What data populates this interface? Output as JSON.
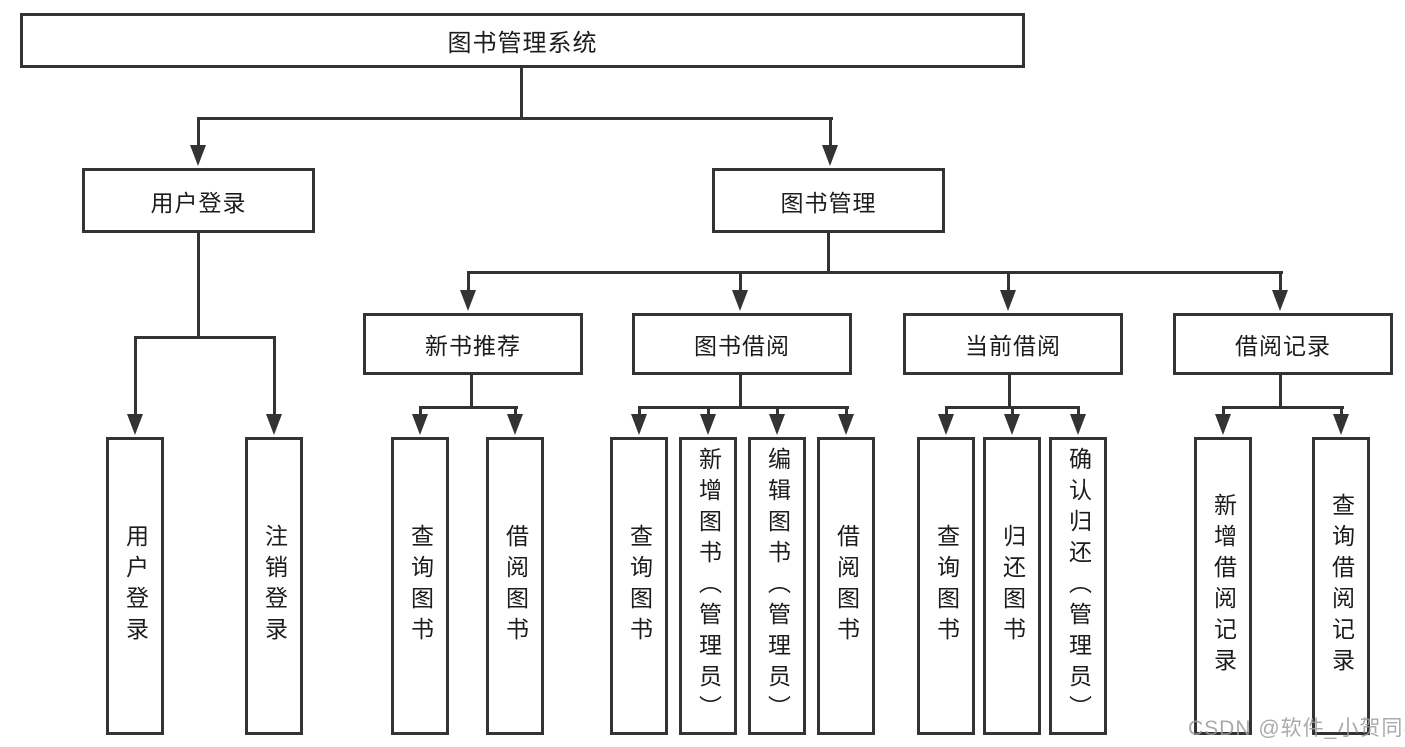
{
  "diagram": {
    "title": "图书管理系统",
    "nodes": {
      "root": "图书管理系统",
      "user_login": "用户登录",
      "book_management": "图书管理",
      "new_book_recommend": "新书推荐",
      "book_borrow": "图书借阅",
      "current_borrow": "当前借阅",
      "borrow_record": "借阅记录",
      "leaf_user_login": "用户登录",
      "leaf_logout": "注销登录",
      "leaf_nb_query": "查询图书",
      "leaf_nb_borrow": "借阅图书",
      "leaf_bb_query": "查询图书",
      "leaf_bb_add": "新增图书（管理员）",
      "leaf_bb_edit": "编辑图书（管理员）",
      "leaf_bb_borrow": "借阅图书",
      "leaf_cb_query": "查询图书",
      "leaf_cb_return": "归还图书",
      "leaf_cb_confirm": "确认归还（管理员）",
      "leaf_br_add": "新增借阅记录",
      "leaf_br_query": "查询借阅记录"
    },
    "colors": {
      "line": "#333333",
      "background": "#ffffff",
      "text": "#1c1c1c",
      "watermark": "#9c9c9c"
    }
  },
  "watermark": {
    "text": "CSDN @软件_小贺同学"
  }
}
